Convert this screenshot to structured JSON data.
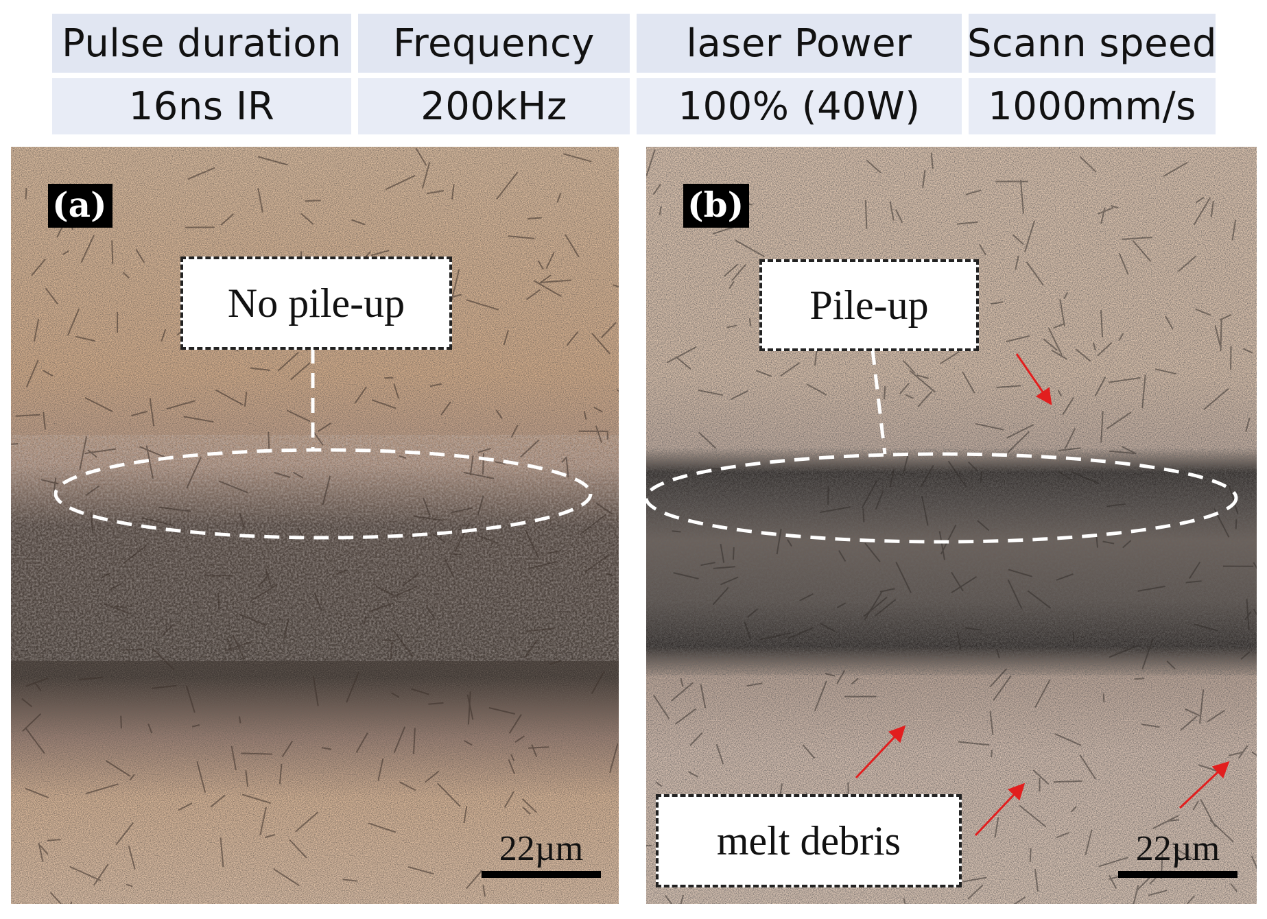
{
  "table": {
    "headers": [
      "Pulse duration",
      "Frequency",
      "laser Power",
      "Scann speed"
    ],
    "values": [
      "16ns IR",
      "200kHz",
      "100% (40W)",
      "1000mm/s"
    ]
  },
  "panel_a": {
    "letter": "(a)",
    "callout": "No pile-up",
    "scale": "22µm"
  },
  "panel_b": {
    "letter": "(b)",
    "callout": "Pile-up",
    "callout_debris": "melt debris",
    "scale": "22µm"
  },
  "colors": {
    "table_cell": "#e4e9f4",
    "arrow": "#e21e1e",
    "annotation_dash": "#ffffff",
    "surface_a": "#d8b18f",
    "surface_b": "#d8bca5",
    "groove": "#3a3430"
  }
}
